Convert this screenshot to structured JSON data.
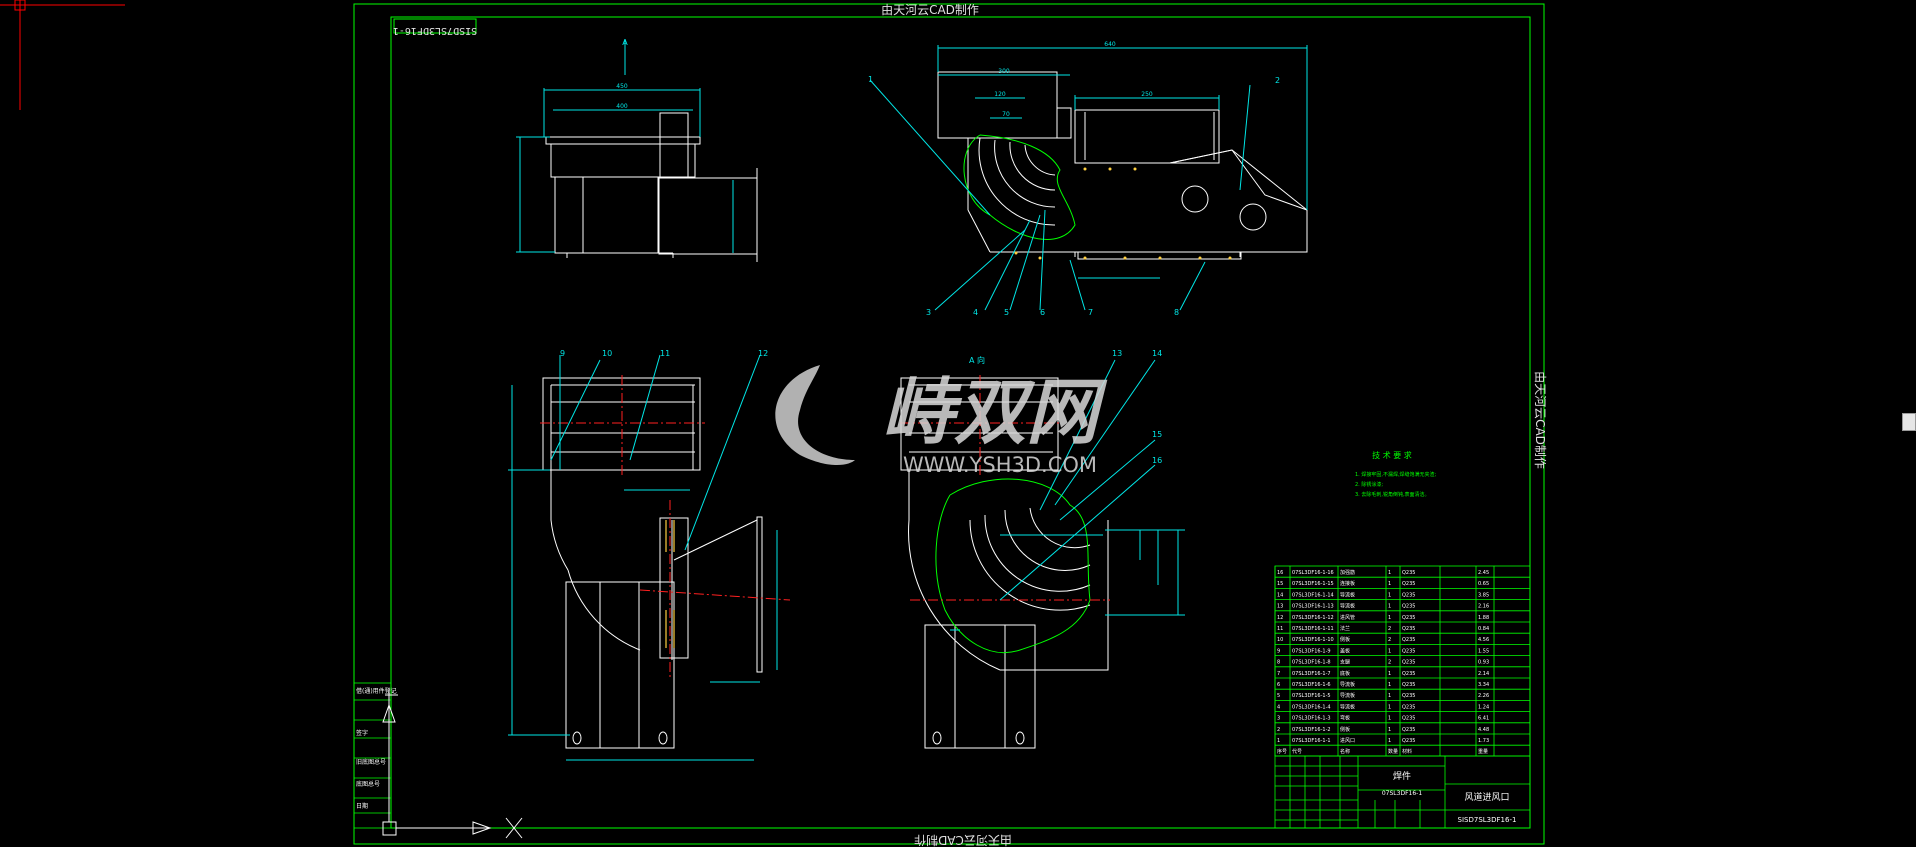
{
  "colors": {
    "background": "#000000",
    "frame": "#00ff00",
    "geometry": "#ffffff",
    "dimension": "#00e6e6",
    "centerline": "#ff2020",
    "crosshair": "#ff0000",
    "watermark": "#d9d9d9",
    "hatch": "#ffd040"
  },
  "watermarks": {
    "top": "由天河云CAD制作",
    "bottom": "由天河云CAD制作",
    "right": "由天河云CAD制作",
    "logo_brand": "峙双网",
    "logo_url": "WWW.YSH3D.COM"
  },
  "drawing": {
    "stamp_number": "SISD7SL3DF16-1",
    "section_label": "A",
    "view_label": "A 向",
    "top_dims": {
      "overall": "640",
      "left_width": "450",
      "inner_width": "400",
      "d1": "120",
      "d2": "250",
      "d3": "300",
      "d4": "70"
    },
    "balloons": [
      "1",
      "2",
      "3",
      "4",
      "5",
      "6",
      "7",
      "8",
      "9",
      "10",
      "11",
      "12",
      "13",
      "14",
      "15",
      "16"
    ]
  },
  "tech_notes": {
    "title": "技 术 要 求",
    "lines": [
      "1. 焊接牢固,不漏焊,焊缝饱满无夹渣;",
      "2. 除锈涂漆;",
      "3. 去除毛刺,锐角倒钝,表面清洁。"
    ]
  },
  "bom": {
    "rows": [
      {
        "no": "16",
        "code": "07SL3DF16-1-16",
        "name": "加强筋",
        "qty": "1",
        "mat": "Q235",
        "w": "2.45"
      },
      {
        "no": "15",
        "code": "07SL3DF16-1-15",
        "name": "连接板",
        "qty": "1",
        "mat": "Q235",
        "w": "0.65"
      },
      {
        "no": "14",
        "code": "07SL3DF16-1-14",
        "name": "导流板",
        "qty": "1",
        "mat": "Q235",
        "w": "3.85"
      },
      {
        "no": "13",
        "code": "07SL3DF16-1-13",
        "name": "导流板",
        "qty": "1",
        "mat": "Q235",
        "w": "2.16"
      },
      {
        "no": "12",
        "code": "07SL3DF16-1-12",
        "name": "进风管",
        "qty": "1",
        "mat": "Q235",
        "w": "1.88"
      },
      {
        "no": "11",
        "code": "07SL3DF16-1-11",
        "name": "法兰",
        "qty": "2",
        "mat": "Q235",
        "w": "0.84"
      },
      {
        "no": "10",
        "code": "07SL3DF16-1-10",
        "name": "侧板",
        "qty": "2",
        "mat": "Q235",
        "w": "4.56"
      },
      {
        "no": "9",
        "code": "07SL3DF16-1-9",
        "name": "盖板",
        "qty": "1",
        "mat": "Q235",
        "w": "1.55"
      },
      {
        "no": "8",
        "code": "07SL3DF16-1-8",
        "name": "支腿",
        "qty": "2",
        "mat": "Q235",
        "w": "0.93"
      },
      {
        "no": "7",
        "code": "07SL3DF16-1-7",
        "name": "底板",
        "qty": "1",
        "mat": "Q235",
        "w": "2.14"
      },
      {
        "no": "6",
        "code": "07SL3DF16-1-6",
        "name": "导流板",
        "qty": "1",
        "mat": "Q235",
        "w": "3.34"
      },
      {
        "no": "5",
        "code": "07SL3DF16-1-5",
        "name": "导流板",
        "qty": "1",
        "mat": "Q235",
        "w": "2.26"
      },
      {
        "no": "4",
        "code": "07SL3DF16-1-4",
        "name": "导流板",
        "qty": "1",
        "mat": "Q235",
        "w": "1.24"
      },
      {
        "no": "3",
        "code": "07SL3DF16-1-3",
        "name": "弯板",
        "qty": "1",
        "mat": "Q235",
        "w": "6.41"
      },
      {
        "no": "2",
        "code": "07SL3DF16-1-2",
        "name": "侧板",
        "qty": "1",
        "mat": "Q235",
        "w": "4.48"
      },
      {
        "no": "1",
        "code": "07SL3DF16-1-1",
        "name": "进风口",
        "qty": "1",
        "mat": "Q235",
        "w": "1.73"
      }
    ],
    "headers": [
      "序号",
      "代号",
      "名称",
      "数量",
      "材料",
      "重量"
    ]
  },
  "title_block": {
    "assembly_type": "焊件",
    "drawing_title": "风道进风口",
    "drawing_number": "SISD7SL3DF16-1",
    "material_code": "07SL3DF16-1"
  },
  "left_block": {
    "labels": [
      "借(通)用件登记",
      "旧底图总号",
      "底图总号",
      "签字",
      "日期"
    ]
  }
}
